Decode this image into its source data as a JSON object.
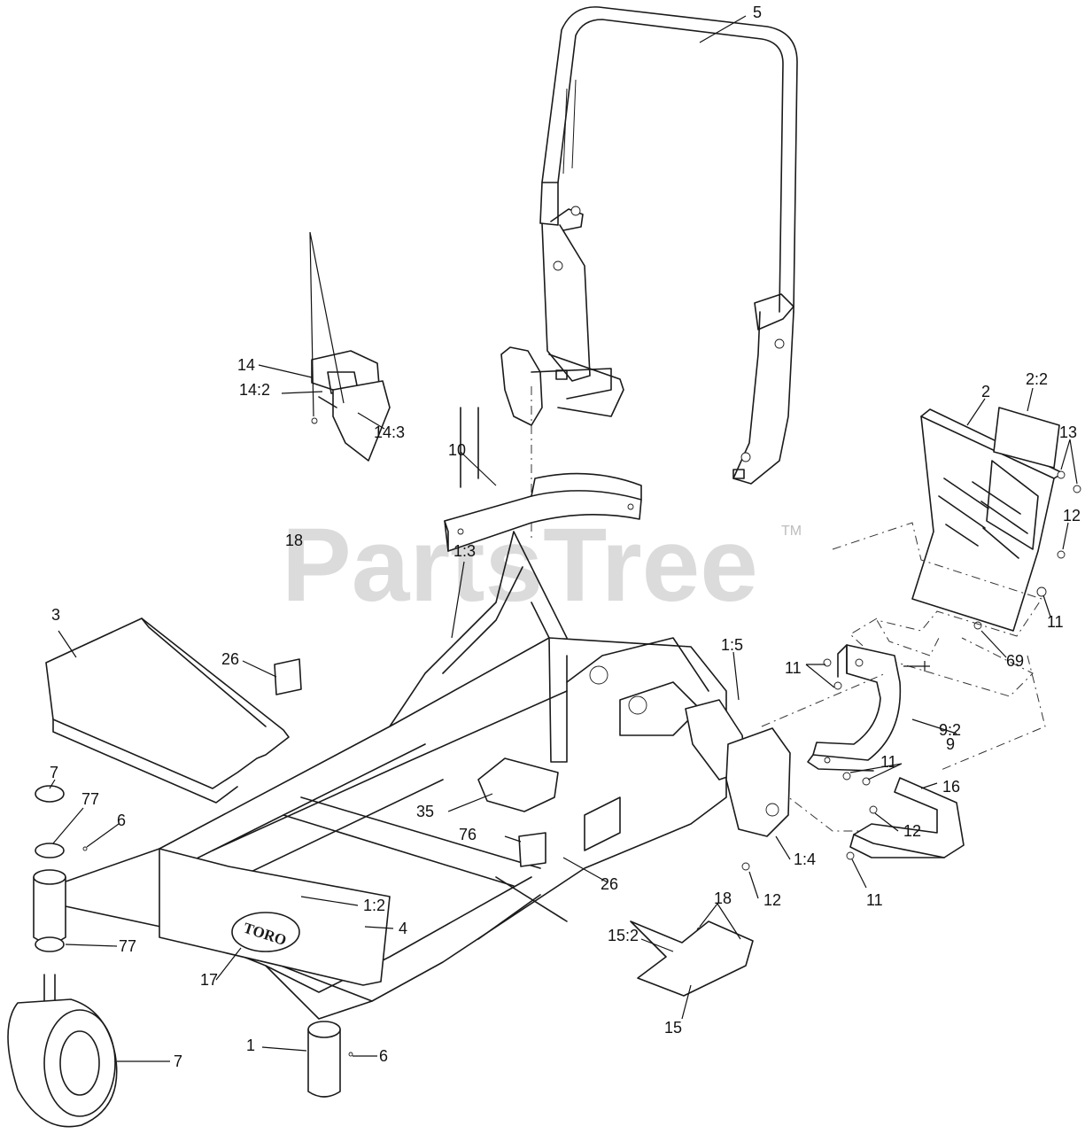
{
  "watermark": {
    "text": "PartsTree",
    "mark": "TM"
  },
  "logo": {
    "text": "TORO"
  },
  "callouts": [
    {
      "id": "c-5",
      "text": "5"
    },
    {
      "id": "c-2",
      "text": "2"
    },
    {
      "id": "c-2-2",
      "text": "2:2"
    },
    {
      "id": "c-13",
      "text": "13"
    },
    {
      "id": "c-12a",
      "text": "12"
    },
    {
      "id": "c-11a",
      "text": "11"
    },
    {
      "id": "c-69",
      "text": "69"
    },
    {
      "id": "c-10",
      "text": "10"
    },
    {
      "id": "c-18a",
      "text": "18"
    },
    {
      "id": "c-14",
      "text": "14"
    },
    {
      "id": "c-14-2",
      "text": "14:2"
    },
    {
      "id": "c-14-3",
      "text": "14:3"
    },
    {
      "id": "c-1-3",
      "text": "1:3"
    },
    {
      "id": "c-1-5",
      "text": "1:5"
    },
    {
      "id": "c-11b",
      "text": "11"
    },
    {
      "id": "c-9-2",
      "text": "9:2"
    },
    {
      "id": "c-9",
      "text": "9"
    },
    {
      "id": "c-3",
      "text": "3"
    },
    {
      "id": "c-26a",
      "text": "26"
    },
    {
      "id": "c-7a",
      "text": "7"
    },
    {
      "id": "c-77a",
      "text": "77"
    },
    {
      "id": "c-6a",
      "text": "6"
    },
    {
      "id": "c-35",
      "text": "35"
    },
    {
      "id": "c-76",
      "text": "76"
    },
    {
      "id": "c-26b",
      "text": "26"
    },
    {
      "id": "c-11c",
      "text": "11"
    },
    {
      "id": "c-16",
      "text": "16"
    },
    {
      "id": "c-12b",
      "text": "12"
    },
    {
      "id": "c-1-4",
      "text": "1:4"
    },
    {
      "id": "c-12c",
      "text": "12"
    },
    {
      "id": "c-11d",
      "text": "11"
    },
    {
      "id": "c-1-2",
      "text": "1:2"
    },
    {
      "id": "c-4",
      "text": "4"
    },
    {
      "id": "c-77b",
      "text": "77"
    },
    {
      "id": "c-17",
      "text": "17"
    },
    {
      "id": "c-18b",
      "text": "18"
    },
    {
      "id": "c-15-2",
      "text": "15:2"
    },
    {
      "id": "c-15",
      "text": "15"
    },
    {
      "id": "c-1",
      "text": "1"
    },
    {
      "id": "c-6b",
      "text": "6"
    },
    {
      "id": "c-7b",
      "text": "7"
    }
  ]
}
